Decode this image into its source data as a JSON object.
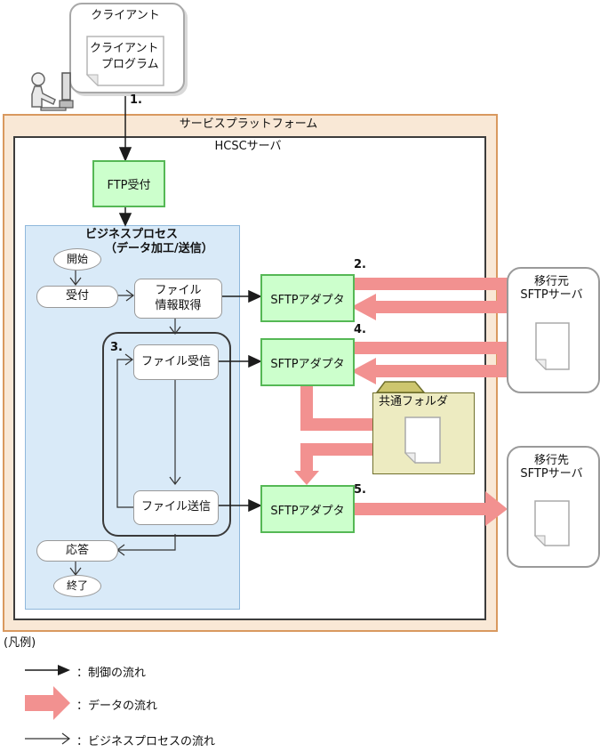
{
  "client": {
    "title": "クライアント",
    "program_line1": "クライアント",
    "program_line2": "プログラム"
  },
  "platform": {
    "title": "サービスプラットフォーム"
  },
  "hcsc": {
    "title": "HCSCサーバ"
  },
  "ftp": {
    "label": "FTP受付"
  },
  "bp": {
    "title": "ビジネスプロセス",
    "subtitle": "（データ加工/送信）",
    "start": "開始",
    "accept": "受付",
    "file_info_line1": "ファイル",
    "file_info_line2": "情報取得",
    "file_receive": "ファイル受信",
    "file_send": "ファイル送信",
    "response": "応答",
    "end": "終了"
  },
  "adapters": {
    "a": "SFTPアダプタ",
    "b": "SFTPアダプタ",
    "c": "SFTPアダプタ"
  },
  "steps": {
    "s1": "1.",
    "s2": "2.",
    "s3": "3.",
    "s4": "4.",
    "s5": "5."
  },
  "folder": {
    "title": "共通フォルダ"
  },
  "source_server": {
    "line1": "移行元",
    "line2": "SFTPサーバ"
  },
  "dest_server": {
    "line1": "移行先",
    "line2": "SFTPサーバ"
  },
  "legend": {
    "title": "(凡例)",
    "control": "：制御の流れ",
    "data": "：データの流れ",
    "process": "：ビジネスプロセスの流れ"
  },
  "colors": {
    "platform_fill": "#F9E8D6",
    "platform_border": "#D9995F",
    "green_fill": "#CCFFCC",
    "green_border": "#55B855",
    "bp_fill": "#D9EAF8",
    "bp_border": "#8FB8DC",
    "data_flow_pink": "#F29190",
    "folder_fill": "#EDEBC1",
    "folder_tab": "#CDC66E",
    "folder_border": "#70702D"
  }
}
